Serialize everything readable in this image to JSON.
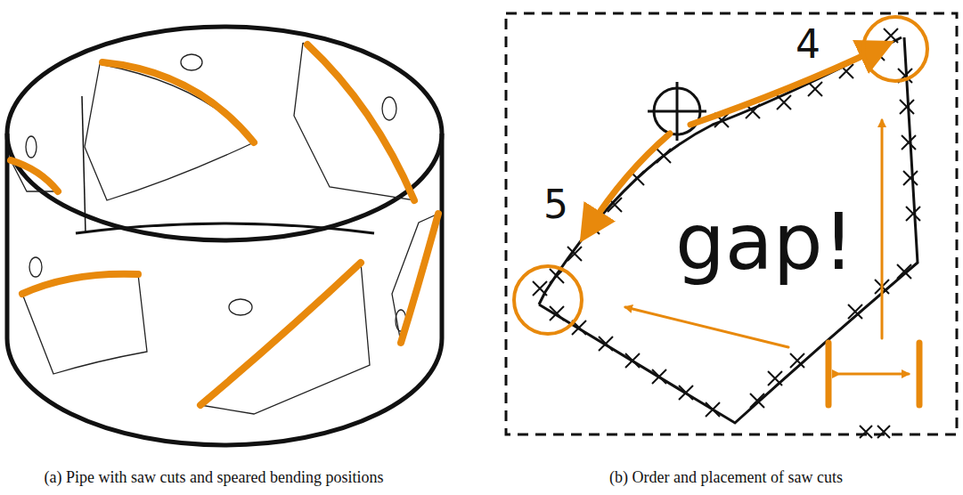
{
  "diagram": {
    "labels": [
      "(a) Pipe with saw cuts and speared bending positions",
      "(b) Order and placement of saw cuts",
      "4",
      "5",
      "gap!"
    ]
  }
}
